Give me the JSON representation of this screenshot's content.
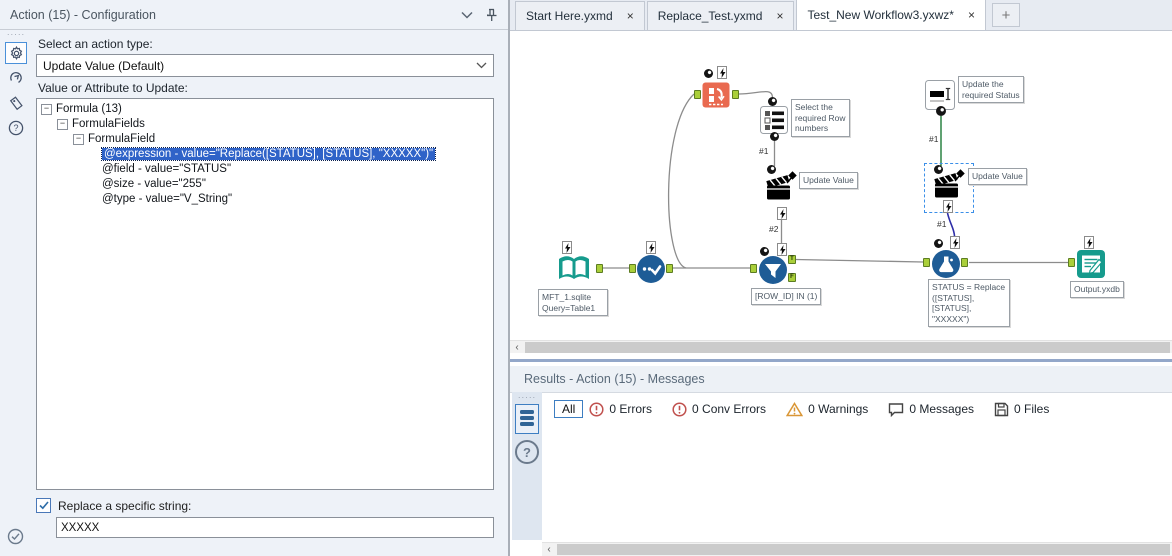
{
  "config_panel": {
    "title": "Action (15) - Configuration",
    "action_type_label": "Select an action type:",
    "action_type_value": "Update Value (Default)",
    "tree_label": "Value or Attribute to Update:",
    "tree": [
      {
        "label": "Formula (13)"
      },
      {
        "label": "FormulaFields"
      },
      {
        "label": "FormulaField"
      },
      {
        "label": "@expression - value=\"Replace([STATUS], [STATUS], \"XXXXX\")\"",
        "selected": true
      },
      {
        "label": "@field - value=\"STATUS\""
      },
      {
        "label": "@size - value=\"255\""
      },
      {
        "label": "@type - value=\"V_String\""
      }
    ],
    "checkbox_label": "Replace a specific string:",
    "checkbox_checked": true,
    "replace_input_value": "XXXXX"
  },
  "tabs": [
    {
      "label": "Start Here.yxmd",
      "active": false
    },
    {
      "label": "Replace_Test.yxmd",
      "active": false
    },
    {
      "label": "Test_New Workflow3.yxwz*",
      "active": true
    }
  ],
  "canvas": {
    "annotations": {
      "input": [
        "MFT_1.sqlite",
        "Query=Table1"
      ],
      "listbox": [
        "Select the",
        "required Row",
        "numbers"
      ],
      "action1": "Update Value",
      "filter": "[ROW_ID] IN (1)",
      "textbox": [
        "Update the",
        "required Status"
      ],
      "action2": "Update Value",
      "formula": [
        "STATUS = Replace",
        "([STATUS],",
        "[STATUS],",
        "\"XXXXX\")"
      ],
      "output": "Output.yxdb"
    },
    "connections": {
      "listbox_to_action": "#1",
      "action_to_filter": "#2",
      "textbox_to_action": "#1",
      "action_to_formula": "#1"
    }
  },
  "results": {
    "title": "Results - Action (15) - Messages",
    "filter_all": "All",
    "errors": "0 Errors",
    "conv_errors": "0 Conv Errors",
    "warnings": "0 Warnings",
    "messages": "0 Messages",
    "files": "0 Files"
  },
  "icons": {
    "close": "×",
    "add_tab": "+",
    "collapse": "−",
    "help": "?",
    "left_arrow": "‹",
    "strip_dots": "·····"
  },
  "colors": {
    "accent_blue": "#3D7EC2",
    "selection_blue": "#2F63C8",
    "tool_blue": "#1E5C96",
    "tool_teal": "#169B8D",
    "tool_salmon": "#E96A50",
    "anchor_green": "#AACF3A",
    "wire_green": "#1D7A36",
    "wire_navy": "#2E2EA8",
    "error_red": "#C0504D",
    "warning_orange": "#D99636"
  }
}
